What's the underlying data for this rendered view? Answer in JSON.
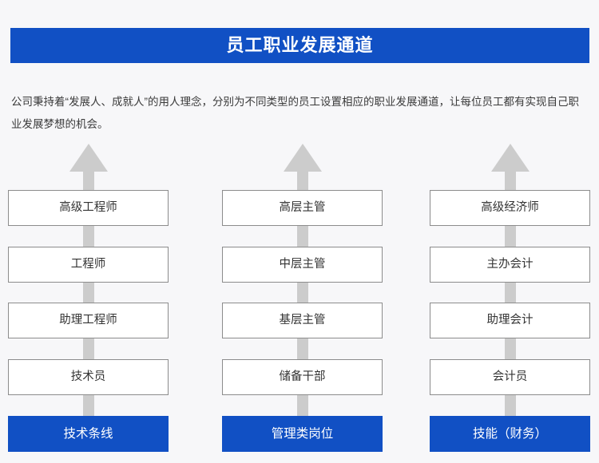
{
  "page": {
    "background_color": "#f7f7f9",
    "accent_color": "#1150c4",
    "box_border_color": "#8c8c8c",
    "arrow_color": "#cccccc"
  },
  "banner": {
    "title": "员工职业发展通道"
  },
  "intro": {
    "text": "公司秉持着“发展人、成就人”的用人理念，分别为不同类型的员工设置相应的职业发展通道，让每位员工都有实现自己职业发展梦想的机会。"
  },
  "columns": [
    {
      "track_name": "技术条线",
      "arrow_icon": "up-arrow-icon",
      "levels": [
        "高级工程师",
        "工程师",
        "助理工程师",
        "技术员"
      ]
    },
    {
      "track_name": "管理类岗位",
      "arrow_icon": "up-arrow-icon",
      "levels": [
        "高层主管",
        "中层主管",
        "基层主管",
        "储备干部"
      ]
    },
    {
      "track_name": "技能（财务）",
      "arrow_icon": "up-arrow-icon",
      "levels": [
        "高级经济师",
        "主办会计",
        "助理会计",
        "会计员"
      ]
    }
  ]
}
